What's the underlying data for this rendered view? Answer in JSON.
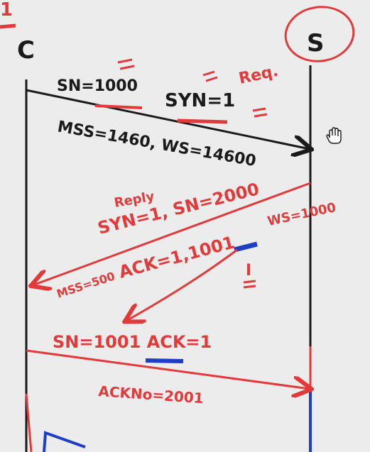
{
  "diagram": {
    "client_label": "C",
    "server_label": "S",
    "colors": {
      "ink": "#1a1a1a",
      "red": "#e23a3a",
      "blue": "#1e3fbf",
      "background": "#ececec"
    },
    "syn": {
      "sn": "SN=1000",
      "syn": "SYN=1",
      "note": "Req.",
      "options": "MSS=1460, WS=14600"
    },
    "syn_ack": {
      "note": "Reply",
      "line1": "SYN=1, SN=2000",
      "mss": "MSS=500",
      "ack": "ACK=1,1001",
      "ws": "WS=1000",
      "marker": "I"
    },
    "ack": {
      "line": "SN=1001 ACK=1",
      "ack_no": "ACKNo=2001"
    },
    "top_left_mark": "1",
    "cursor": "hand-cursor-icon"
  }
}
